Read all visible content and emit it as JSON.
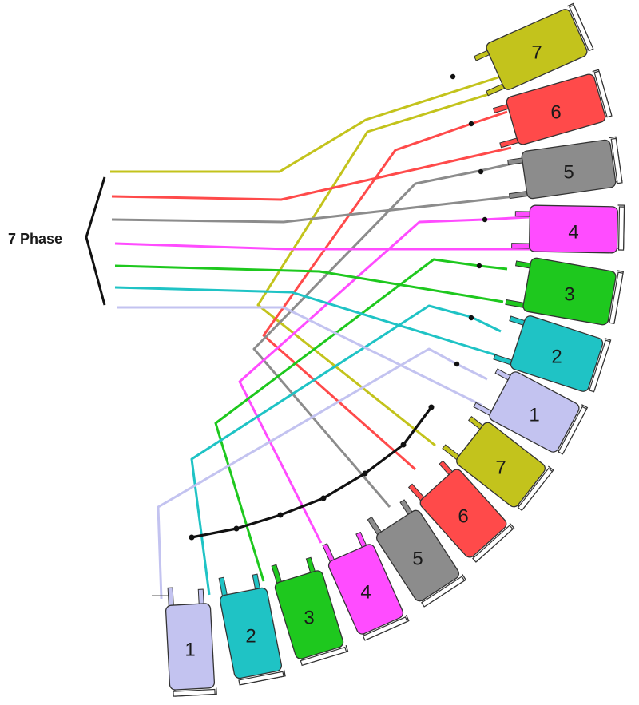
{
  "phase_label": "7 Phase",
  "phase_colors": {
    "1": "#c3c3f0",
    "2": "#1fc3c5",
    "3": "#1ec81e",
    "4": "#ff4cff",
    "5": "#8c8c8c",
    "6": "#ff4a4a",
    "7": "#c3c31c"
  },
  "outline_color": "#333333",
  "connector_color": "#111111",
  "coils": [
    {
      "label": "1",
      "phase": "1"
    },
    {
      "label": "2",
      "phase": "2"
    },
    {
      "label": "3",
      "phase": "3"
    },
    {
      "label": "4",
      "phase": "4"
    },
    {
      "label": "5",
      "phase": "5"
    },
    {
      "label": "6",
      "phase": "6"
    },
    {
      "label": "7",
      "phase": "7"
    },
    {
      "label": "1",
      "phase": "1"
    },
    {
      "label": "2",
      "phase": "2"
    },
    {
      "label": "3",
      "phase": "3"
    },
    {
      "label": "4",
      "phase": "4"
    },
    {
      "label": "5",
      "phase": "5"
    },
    {
      "label": "6",
      "phase": "6"
    },
    {
      "label": "7",
      "phase": "7"
    }
  ]
}
